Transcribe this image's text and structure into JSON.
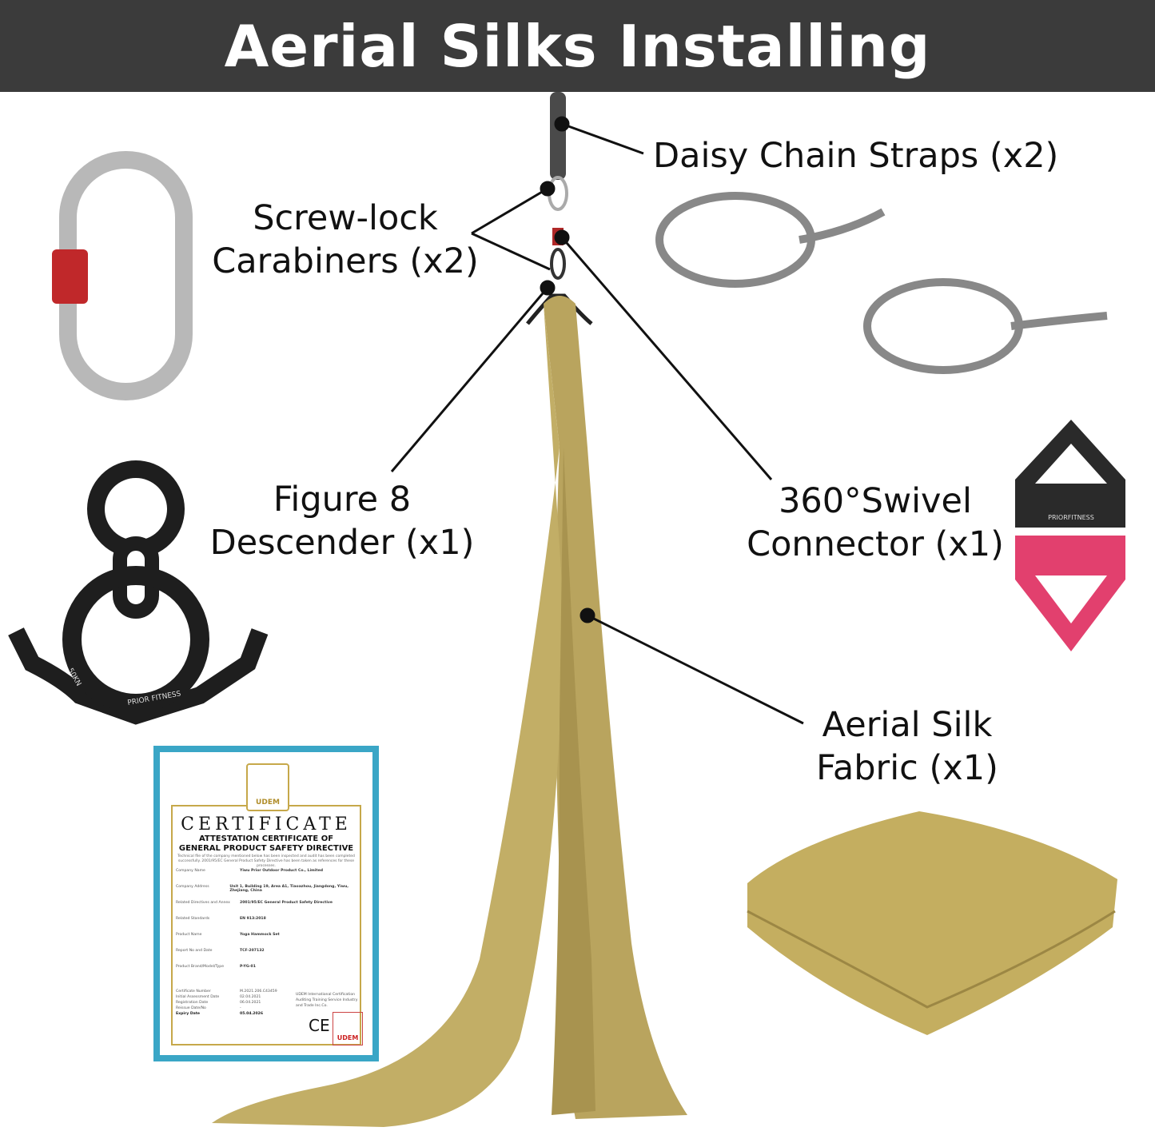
{
  "title": "Aerial Silks Installing",
  "labels": {
    "daisy_chain": "Daisy Chain Straps (x2)",
    "carabiners_line1": "Screw-lock",
    "carabiners_line2": "Carabiners (x2)",
    "figure8_line1": "Figure 8",
    "figure8_line2": "Descender (x1)",
    "swivel_line1": "360°Swivel",
    "swivel_line2": "Connector (x1)",
    "silk_line1": "Aerial Silk",
    "silk_line2": "Fabric (x1)"
  },
  "product_marks": {
    "swivel_brand": "PRIORFITNESS",
    "descender_brand": "PRIOR FITNESS",
    "descender_rating": "50KN"
  },
  "certificate": {
    "logo": "UDEM",
    "heading": "CERTIFICATE",
    "subheading_1": "ATTESTATION CERTIFICATE OF",
    "subheading_2": "GENERAL PRODUCT SAFETY DIRECTIVE",
    "intro": "Technical file of the company mentioned below has been inspected and audit has been completed successfully. 2001/95/EC General Product Safety Directive has been taken as references for these processes.",
    "fields": [
      {
        "label": "Company Name",
        "value": "Yiwu Prior Outdoor Product Co., Limited"
      },
      {
        "label": "Company Address",
        "value": "Unit 1, Building 19, Area A1, Tiaoazhou, Jiangdong, Yiwu, Zhejiang, China"
      },
      {
        "label": "Related Directives and Annex",
        "value": "2001/95/EC General Product Safety Directive"
      },
      {
        "label": "Related Standards",
        "value": "EN 913:2018"
      },
      {
        "label": "Product Name",
        "value": "Yoga Hammock Set"
      },
      {
        "label": "Report No and Date",
        "value": "TCF-207132"
      },
      {
        "label": "Product Brand/Model/Type",
        "value": "P-YG-01"
      }
    ],
    "numbers": [
      {
        "label": "Certificate Number",
        "value": "M.2021.206.C43459"
      },
      {
        "label": "Initial Assessment Date",
        "value": "02.04.2021"
      },
      {
        "label": "Registration Date",
        "value": "06.04.2021"
      },
      {
        "label": "Reissue Date/No",
        "value": "-"
      },
      {
        "label": "Expiry Date",
        "value": "05.04.2026"
      }
    ],
    "issuer": "UDEM International Certification Auditing Training Service Industry and Trade Inc.Co.",
    "ce_mark": "CE"
  },
  "colors": {
    "header_bg": "#3b3b3b",
    "silk": "#b9a45e",
    "swivel_top": "#2a2a2a",
    "swivel_bottom": "#e2406e",
    "carabiner_lock": "#c0282a",
    "certificate_border": "#3aa6c6"
  }
}
